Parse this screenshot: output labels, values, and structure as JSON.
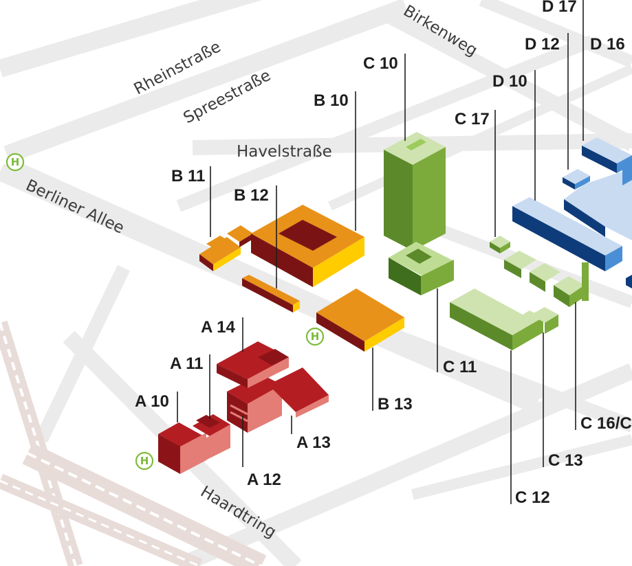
{
  "streets": {
    "rheinstrasse": "Rheinstraße",
    "spreestrasse": "Spreestraße",
    "havelstrasse": "Havelstraße",
    "birkenweg": "Birkenweg",
    "berliner_allee": "Berliner Allee",
    "haardtring": "Haardtring"
  },
  "buildings": {
    "a10": "A 10",
    "a11": "A 11",
    "a12": "A 12",
    "a13": "A 13",
    "a14": "A 14",
    "b10": "B 10",
    "b11": "B 11",
    "b12": "B 12",
    "b13": "B 13",
    "c10": "C 10",
    "c11": "C 11",
    "c12": "C 12",
    "c13": "C 13",
    "c16": "C 16/C",
    "c17": "C 17",
    "d10": "D 10",
    "d12": "D 12",
    "d16": "D 16",
    "d17": "D 17"
  },
  "stops": {
    "symbol": "H"
  },
  "colors": {
    "zone_a": "#b41e23",
    "zone_b": "#e8921a",
    "zone_c": "#7cab3c",
    "zone_d": "#1f5ea8",
    "road": "#ebebeb",
    "rail": "#e8dcd9",
    "stop": "#7dbb3a"
  }
}
